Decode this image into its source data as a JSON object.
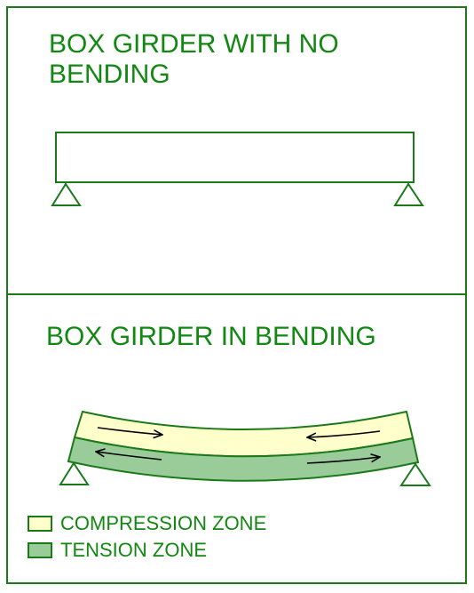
{
  "panels": {
    "top": {
      "title_line1": "BOX GIRDER WITH NO",
      "title_line2": "BENDING"
    },
    "bottom": {
      "title": "BOX GIRDER IN BENDING"
    }
  },
  "legend": {
    "compression": {
      "label": "COMPRESSION ZONE",
      "color": "#ffffcc"
    },
    "tension": {
      "label": "TENSION ZONE",
      "color": "#99cc99"
    }
  },
  "colors": {
    "line": "#1a7a1a",
    "text": "#128812"
  }
}
